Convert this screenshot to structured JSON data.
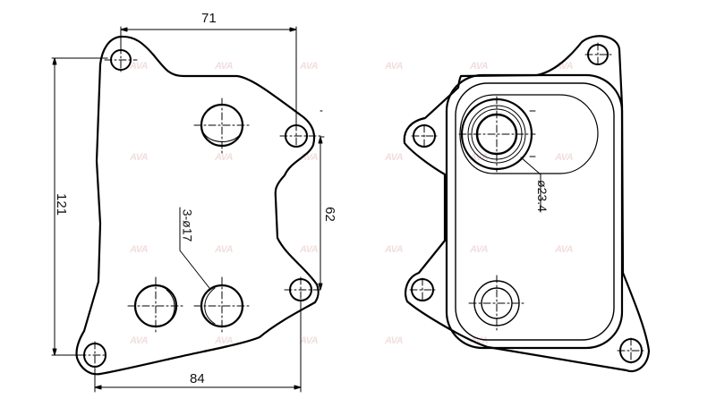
{
  "drawing": {
    "left_view": {
      "dimensions": {
        "top_width": "71",
        "height": "121",
        "right_span": "62",
        "bottom_width": "84",
        "holes_callout": "3-ø17"
      }
    },
    "right_view": {
      "dimensions": {
        "port_diameter": "ø23.4"
      }
    },
    "watermark": "AVA"
  }
}
